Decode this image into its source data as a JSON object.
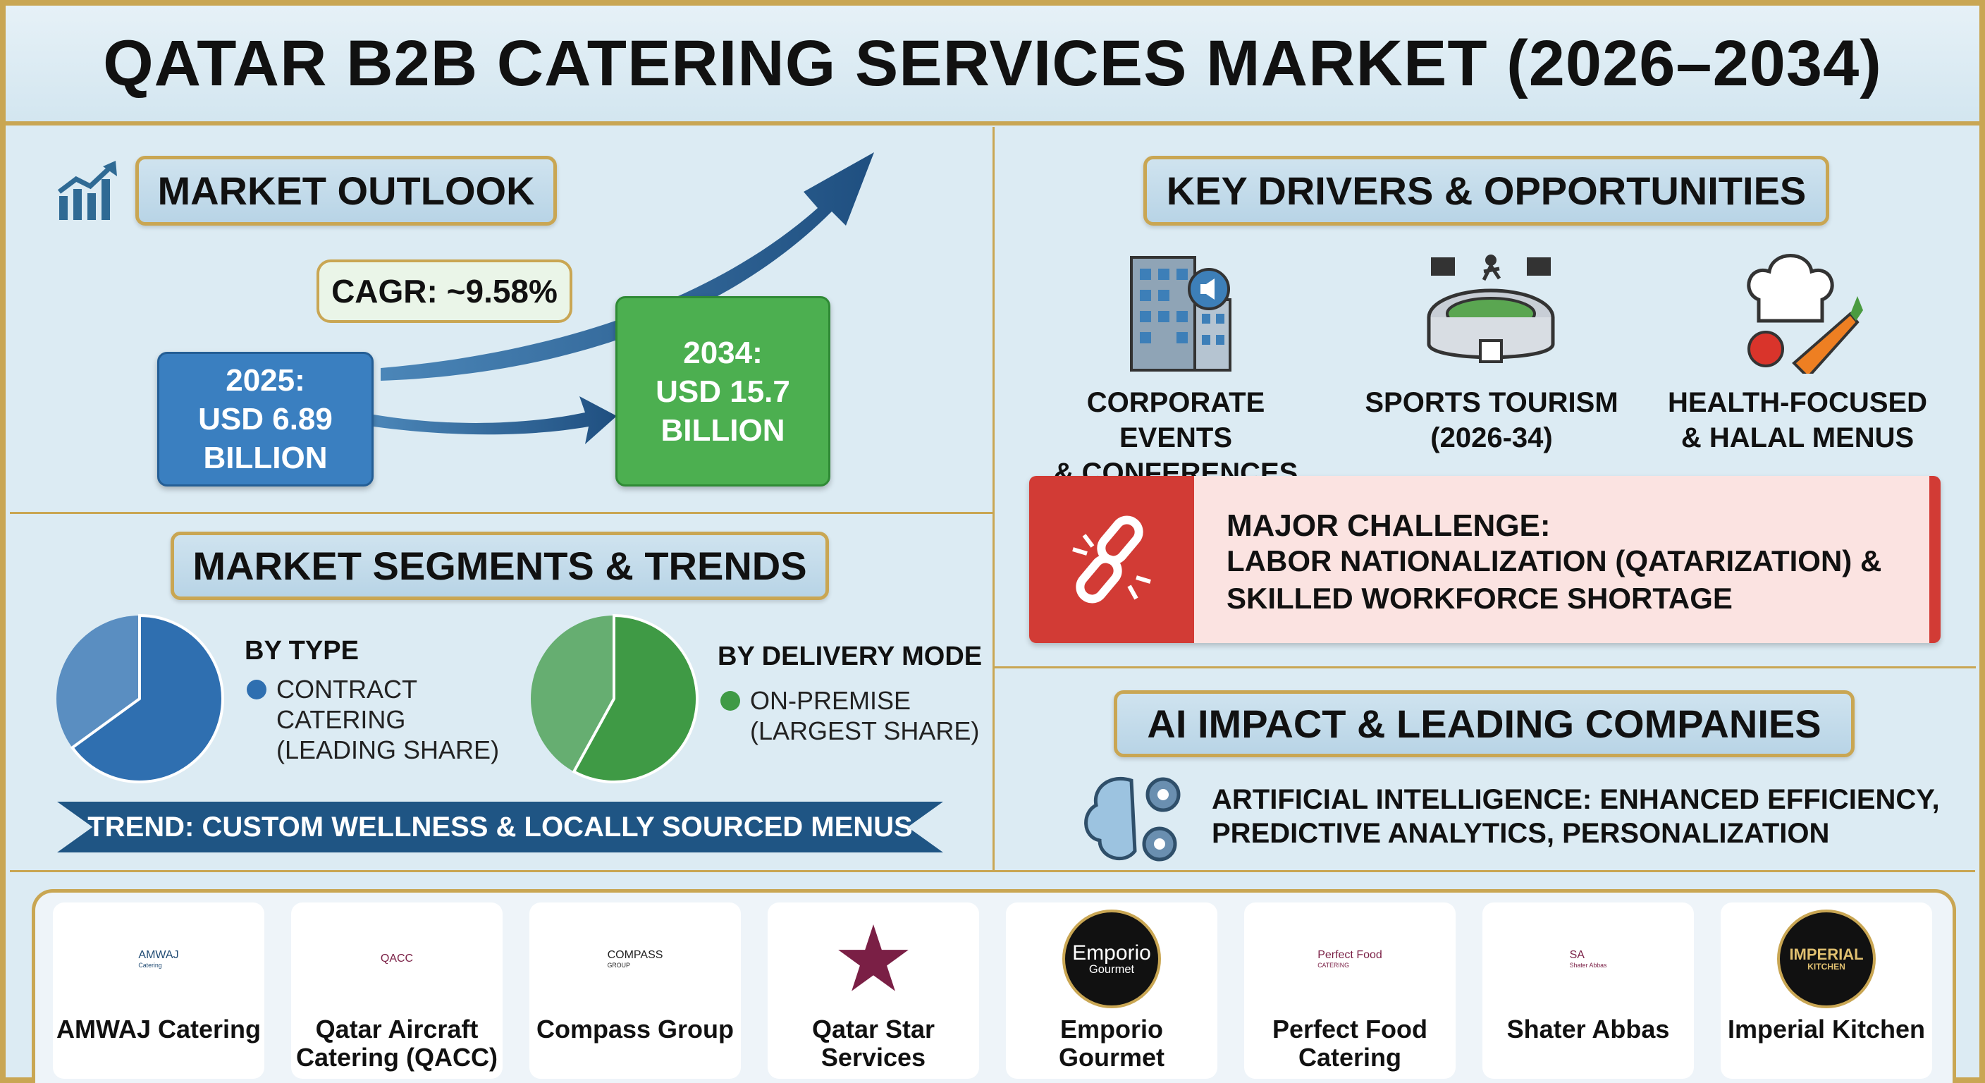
{
  "title": "QATAR B2B CATERING SERVICES MARKET (2026–2034)",
  "outlook": {
    "heading": "MARKET OUTLOOK",
    "cagr": "CAGR: ~9.58%",
    "start": "2025:\nUSD 6.89\nBILLION",
    "end": "2034:\nUSD 15.7\nBILLION"
  },
  "segments": {
    "heading": "MARKET SEGMENTS & TRENDS",
    "type": {
      "title": "BY TYPE",
      "legend": "CONTRACT\nCATERING\n(LEADING SHARE)",
      "share": 0.65,
      "color": "#2f6fb0"
    },
    "delivery": {
      "title": "BY DELIVERY MODE",
      "legend": "ON-PREMISE\n(LARGEST SHARE)",
      "share": 0.58,
      "color": "#3f9a45"
    },
    "trend": "TREND: CUSTOM WELLNESS & LOCALLY SOURCED MENUS"
  },
  "drivers": {
    "heading": "KEY DRIVERS & OPPORTUNITIES",
    "items": [
      {
        "label": "CORPORATE EVENTS\n& CONFERENCES",
        "icon": "office-building-icon"
      },
      {
        "label": "SPORTS TOURISM\n(2026-34)",
        "icon": "stadium-icon"
      },
      {
        "label": "HEALTH-FOCUSED\n& HALAL MENUS",
        "icon": "chef-vegetables-icon"
      }
    ]
  },
  "challenge": {
    "title": "MAJOR CHALLENGE:",
    "text": "LABOR NATIONALIZATION (QATARIZATION) &\nSKILLED WORKFORCE SHORTAGE"
  },
  "ai": {
    "heading": "AI IMPACT & LEADING COMPANIES",
    "bold": "ARTIFICIAL INTELLIGENCE:",
    "text": " ENHANCED EFFICIENCY,\nPREDICTIVE ANALYTICS, PERSONALIZATION"
  },
  "companies": [
    {
      "name": "AMWAJ Catering",
      "logo": "AMWAJ",
      "sub": "Catering"
    },
    {
      "name": "Qatar Aircraft Catering (QACC)",
      "logo": "QACC",
      "sub": ""
    },
    {
      "name": "Compass Group",
      "logo": "COMPASS",
      "sub": "GROUP"
    },
    {
      "name": "Qatar Star Services",
      "logo": "★",
      "sub": ""
    },
    {
      "name": "Emporio Gourmet",
      "logo": "Emporio",
      "sub": "Gourmet"
    },
    {
      "name": "Perfect Food Catering",
      "logo": "Perfect Food",
      "sub": "CATERING"
    },
    {
      "name": "Shater Abbas",
      "logo": "SA",
      "sub": "Shater Abbas"
    },
    {
      "name": "Imperial Kitchen",
      "logo": "IMPERIAL",
      "sub": "KITCHEN"
    }
  ]
}
